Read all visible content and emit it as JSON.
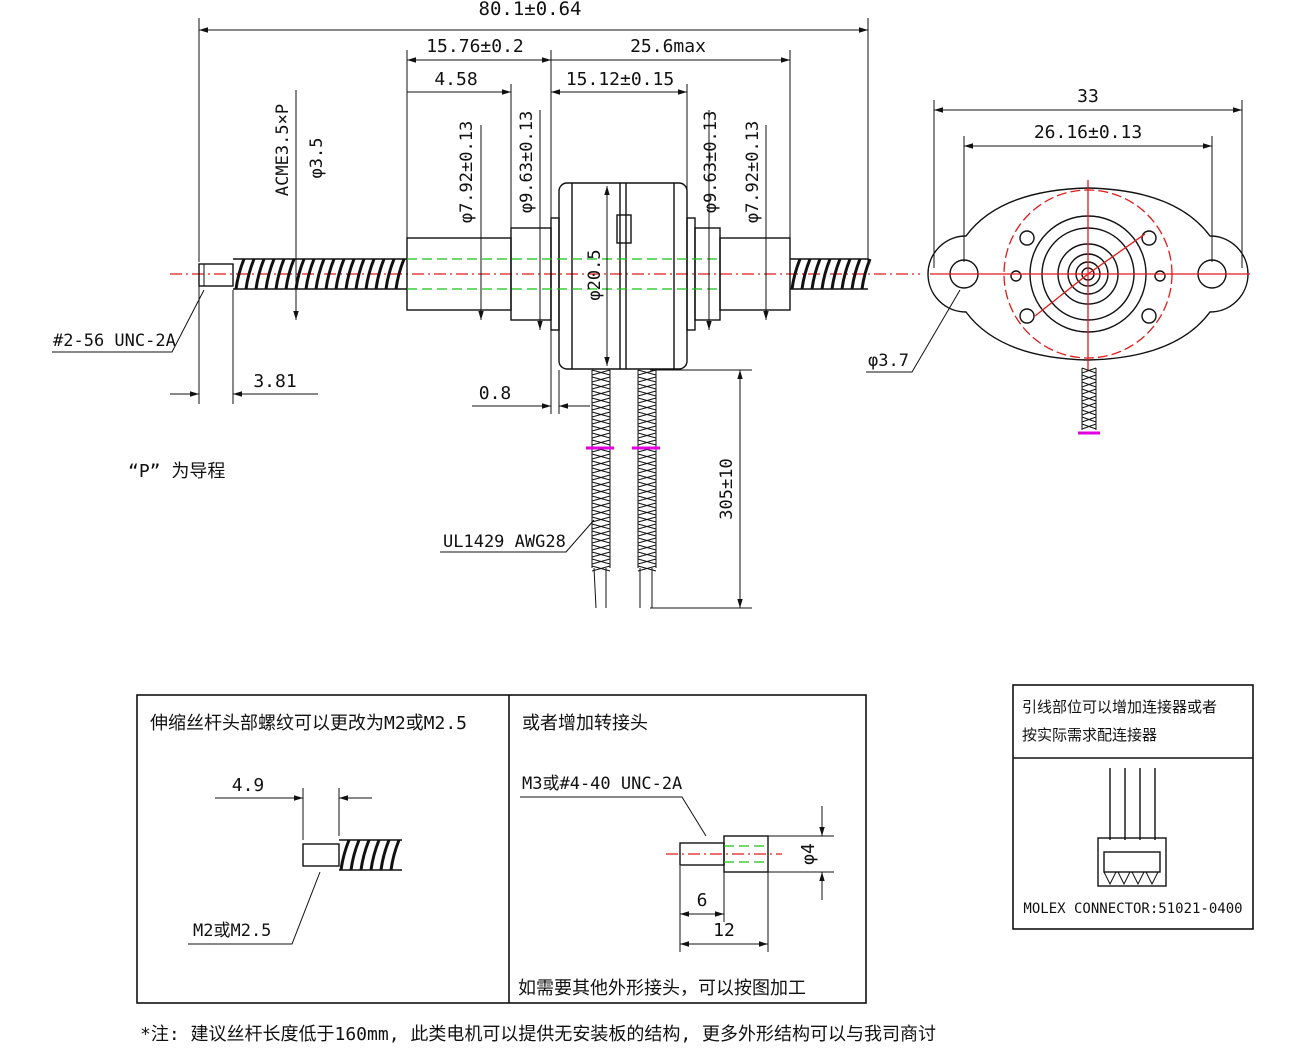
{
  "dimensions": {
    "overall_length": "80.1±0.64",
    "body_length": "15.76±0.2",
    "max_length": "25.6max",
    "nut_length": "4.58",
    "core_length": "15.12±0.15",
    "bushing_dia_left": "φ7.92±0.13",
    "flange_dia_left": "φ9.63±0.13",
    "flange_dia_right": "φ9.63±0.13",
    "bushing_dia_right": "φ7.92±0.13",
    "motor_dia": "φ20.5",
    "screw_dia": "φ3.5",
    "thread_spec": "ACME3.5×P",
    "shaft_end_thread": "#2-56 UNC-2A",
    "shaft_end_length": "3.81",
    "gap": "0.8",
    "lead_length": "305±10",
    "wire_spec": "UL1429 AWG28",
    "flange_width": "33",
    "hole_spacing": "26.16±0.13",
    "hole_dia": "φ3.7"
  },
  "notes": {
    "lead_note": "“P” 为导程"
  },
  "panel_left": {
    "title": "伸缩丝杆头部螺纹可以更改为M2或M2.5",
    "dim": "4.9",
    "label": "M2或M2.5"
  },
  "panel_middle": {
    "title": "或者增加转接头",
    "label": "M3或#4-40 UNC-2A",
    "dim_dia": "φ4",
    "dim_a": "6",
    "dim_b": "12",
    "note": "如需要其他外形接头，可以按图加工"
  },
  "panel_right": {
    "title_line1": "引线部位可以增加连接器或者",
    "title_line2": "按实际需求配连接器",
    "connector": "MOLEX CONNECTOR:51021-0400"
  },
  "footer": "*注: 建议丝杆长度低于160mm, 此类电机可以提供无安装板的结构, 更多外形结构可以与我司商讨",
  "colors": {
    "centerline": "#e21b1b",
    "hidden": "#17c317",
    "marker": "#e000e0",
    "ink": "#111111"
  }
}
